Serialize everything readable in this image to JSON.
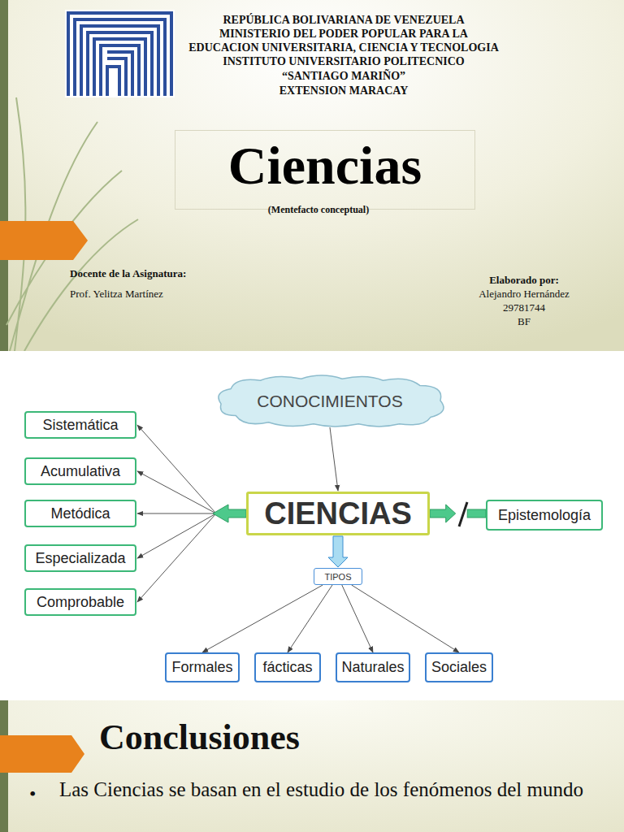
{
  "diagram": {
    "title": "Ciencias",
    "nodes": [
      {
        "text": [
          "CONOCIMIENTOS"
        ]
      },
      {
        "text": [
          "CIENCIAS"
        ]
      },
      {
        "text": [
          "Epistemología"
        ]
      },
      {
        "text": [
          "Sistemática"
        ]
      },
      {
        "text": [
          "Acumulativa"
        ]
      },
      {
        "text": [
          "Metódica"
        ]
      },
      {
        "text": [
          "Especializada"
        ]
      },
      {
        "text": [
          "Comprobable"
        ]
      },
      {
        "text": [
          "TIPOS"
        ]
      },
      {
        "text": [
          "Formales"
        ]
      },
      {
        "text": [
          "fácticas"
        ]
      },
      {
        "text": [
          "Naturales"
        ]
      },
      {
        "text": [
          "Sociales"
        ]
      }
    ],
    "edges": [
      {
        "from": 0,
        "to": 1,
        "arrow": "to"
      },
      {
        "from": 1,
        "to": 3,
        "arrow": "to"
      },
      {
        "from": 1,
        "to": 4,
        "arrow": "to"
      },
      {
        "from": 1,
        "to": 5,
        "arrow": "to"
      },
      {
        "from": 1,
        "to": 6,
        "arrow": "to"
      },
      {
        "from": 1,
        "to": 7,
        "arrow": "to"
      },
      {
        "from": 1,
        "to": 2,
        "arrow": "to"
      },
      {
        "from": 1,
        "to": 8,
        "arrow": "to"
      },
      {
        "from": 8,
        "to": 9,
        "arrow": "to"
      },
      {
        "from": 8,
        "to": 10,
        "arrow": "to"
      },
      {
        "from": 8,
        "to": 11,
        "arrow": "to"
      },
      {
        "from": 8,
        "to": 12,
        "arrow": "to"
      }
    ],
    "labels": [
      "REPÚBLICA BOLIVARIANA DE VENEZUELA",
      "MINISTERIO DEL PODER POPULAR PARA LA",
      "EDUCACION UNIVERSITARIA, CIENCIA Y TECNOLOGIA",
      "INSTITUTO UNIVERSITARIO POLITECNICO",
      "“SANTIAGO MARIÑO”",
      "EXTENSION MARACAY",
      "(Mentefacto conceptual)",
      "Docente de la Asignatura:",
      "Prof. Yelitza Martínez",
      "Elaborado por:",
      "Alejandro Hernández",
      "29781744",
      "BF",
      "Conclusiones",
      "•",
      "Las Ciencias se basan en el estudio de los fenómenos del mundo"
    ]
  }
}
